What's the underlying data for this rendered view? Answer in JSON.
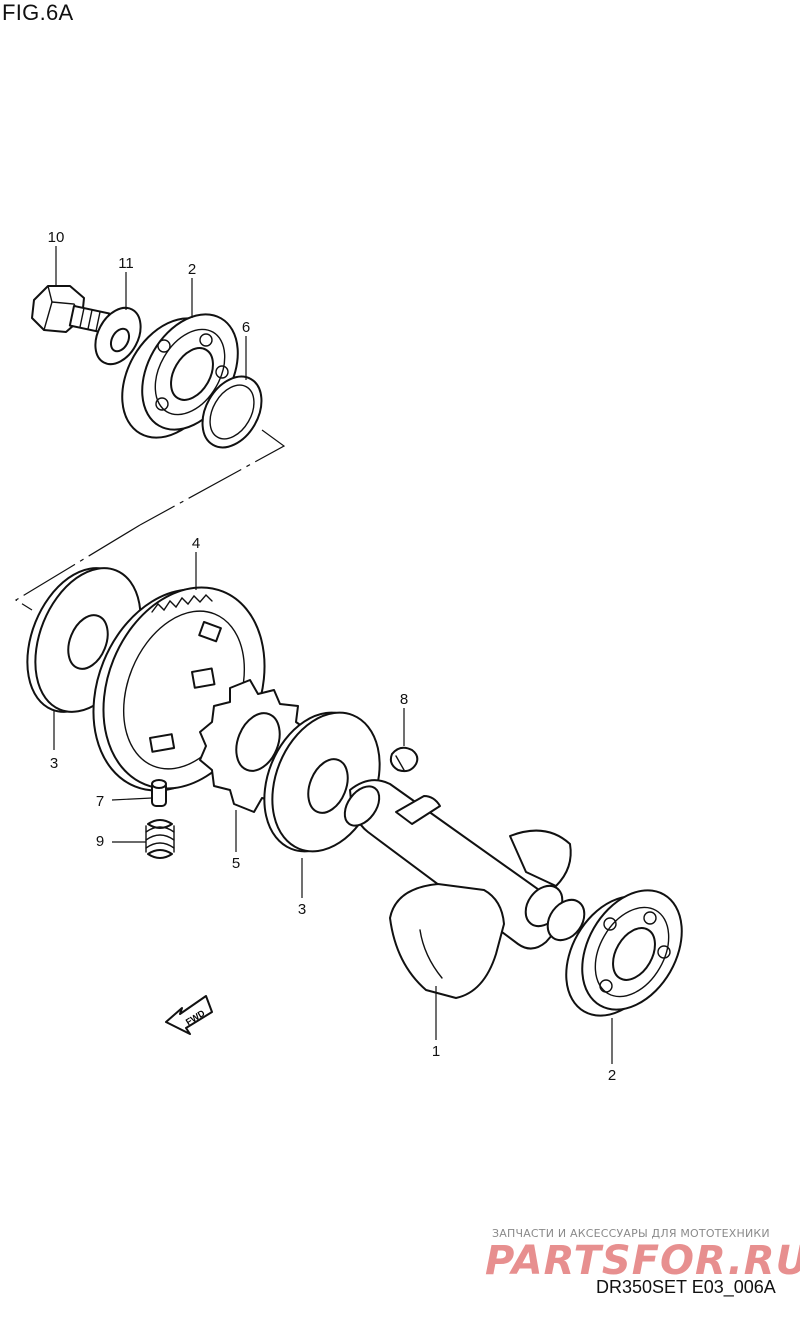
{
  "figure": {
    "title": "FIG.6A",
    "reference_code": "DR350SET E03_006A",
    "arrow_label": "FWD"
  },
  "callouts": {
    "c10": "10",
    "c11": "11",
    "c2_top": "2",
    "c6": "6",
    "c4": "4",
    "c3_left": "3",
    "c8": "8",
    "c7": "7",
    "c9": "9",
    "c5": "5",
    "c3_mid": "3",
    "c1": "1",
    "c2_bottom": "2"
  },
  "watermark": {
    "tagline": "ЗАПЧАСТИ И АКСЕССУАРЫ ДЛЯ МОТОТЕХНИКИ",
    "brand": "PARTSFOR.RU"
  }
}
